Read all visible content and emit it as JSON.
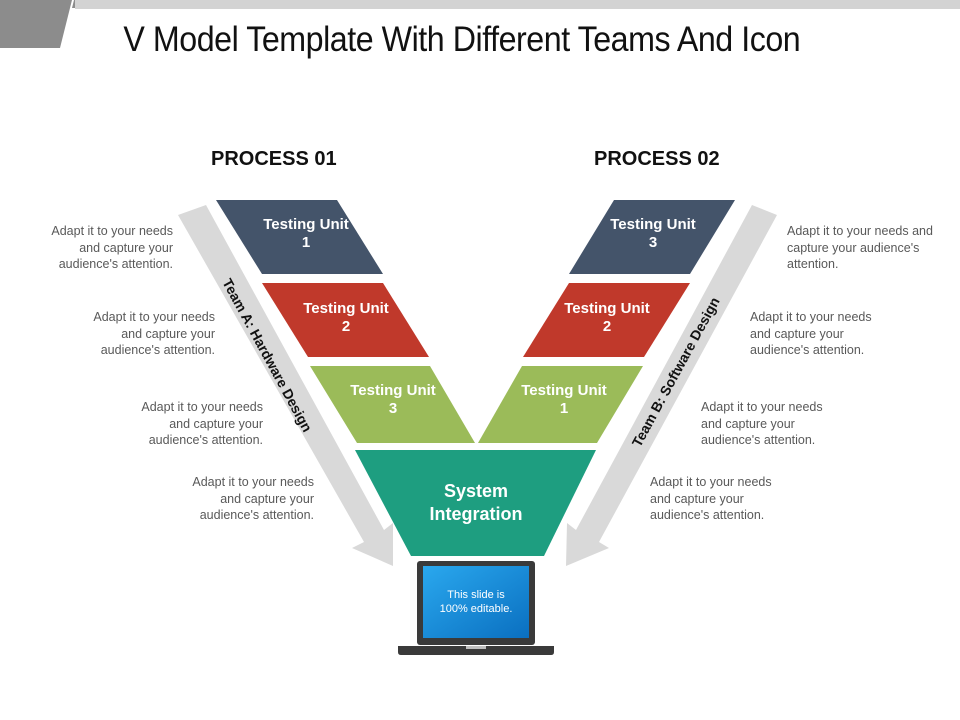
{
  "slide": {
    "title": "V Model Template With Different Teams And Icon"
  },
  "processes": [
    {
      "label": "PROCESS 01"
    },
    {
      "label": "PROCESS 02"
    }
  ],
  "left_units": [
    {
      "line1": "Testing Unit",
      "line2": "1",
      "color": "#44546a"
    },
    {
      "line1": "Testing Unit",
      "line2": "2",
      "color": "#c0392b"
    },
    {
      "line1": "Testing Unit",
      "line2": "3",
      "color": "#9bbb59"
    }
  ],
  "right_units": [
    {
      "line1": "Testing Unit",
      "line2": "3",
      "color": "#44546a"
    },
    {
      "line1": "Testing Unit",
      "line2": "2",
      "color": "#c0392b"
    },
    {
      "line1": "Testing Unit",
      "line2": "1",
      "color": "#9bbb59"
    }
  ],
  "system": {
    "line1": "System",
    "line2": "Integration",
    "color": "#1e9e80"
  },
  "teams": {
    "left": "Team A: Hardware Design",
    "right": "Team B: Software Design"
  },
  "left_descriptions": [
    {
      "lines": [
        "Adapt it to your needs",
        "and capture your",
        "audience's attention."
      ]
    },
    {
      "lines": [
        "Adapt it to your needs",
        "and capture your",
        "audience's attention."
      ]
    },
    {
      "lines": [
        "Adapt it to your needs",
        "and capture your",
        "audience's attention."
      ]
    },
    {
      "lines": [
        "Adapt it to your needs",
        "and capture your",
        "audience's attention."
      ]
    }
  ],
  "right_descriptions": [
    {
      "lines": [
        "Adapt it to your needs and",
        "capture your audience's",
        "attention."
      ]
    },
    {
      "lines": [
        "Adapt it to your needs",
        "and capture your",
        "audience's attention."
      ]
    },
    {
      "lines": [
        "Adapt it to your needs",
        "and capture your",
        "audience's attention."
      ]
    },
    {
      "lines": [
        "Adapt it to your needs",
        "and capture your",
        "audience's attention."
      ]
    }
  ],
  "laptop": {
    "line1": "This slide is",
    "line2": "100% editable.",
    "icon": "laptop-icon"
  },
  "colors": {
    "arrow": "#d9d9d9",
    "laptop_body": "#3a3a3a",
    "screen": "#1a8fd8"
  }
}
